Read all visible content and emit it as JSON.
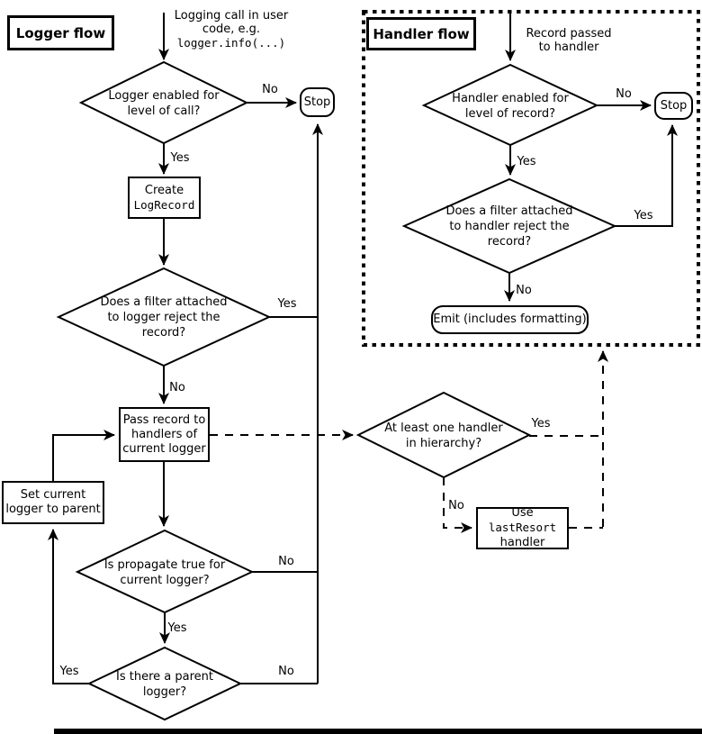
{
  "colors": {
    "ink": "#000000",
    "bg": "#ffffff"
  },
  "logger_flow": {
    "title": "Logger flow",
    "start_note": {
      "line1": "Logging call in user",
      "line2": "code, e.g.",
      "code": "logger.info(...)"
    },
    "enabled_decision": {
      "line1": "Logger enabled for",
      "line2": "level of call?"
    },
    "stop_label": "Stop",
    "create_box": {
      "line1": "Create",
      "code": "LogRecord"
    },
    "filter_decision": {
      "line1": "Does a filter attached",
      "line2": "to logger reject the",
      "line3": "record?"
    },
    "pass_box": {
      "line1": "Pass record to",
      "line2": "handlers of",
      "line3": "current logger"
    },
    "set_box": {
      "line1": "Set current",
      "line2": "logger to parent"
    },
    "propagate_decision": {
      "line1": "Is propagate true for",
      "line2": "current logger?"
    },
    "parent_decision": {
      "line1": "Is there a parent",
      "line2": "logger?"
    },
    "labels": {
      "enabled_no": "No",
      "enabled_yes": "Yes",
      "filter_yes": "Yes",
      "filter_no": "No",
      "propagate_no": "No",
      "propagate_yes": "Yes",
      "parent_yes": "Yes",
      "parent_no": "No"
    }
  },
  "hierarchy": {
    "handler_decision": {
      "line1": "At least one handler",
      "line2": "in hierarchy?"
    },
    "labels": {
      "yes": "Yes",
      "no": "No"
    },
    "last_resort_box": {
      "prefix": "Use",
      "code": "lastResort",
      "line2": "handler"
    }
  },
  "handler_flow": {
    "title": "Handler flow",
    "start_note": {
      "line1": "Record passed",
      "line2": "to handler"
    },
    "enabled_decision": {
      "line1": "Handler enabled for",
      "line2": "level of record?"
    },
    "stop_label": "Stop",
    "filter_decision": {
      "line1": "Does a filter attached",
      "line2": "to handler reject the",
      "line3": "record?"
    },
    "emit_label": "Emit (includes formatting)",
    "labels": {
      "enabled_no": "No",
      "enabled_yes": "Yes",
      "filter_yes": "Yes",
      "filter_no": "No"
    }
  }
}
